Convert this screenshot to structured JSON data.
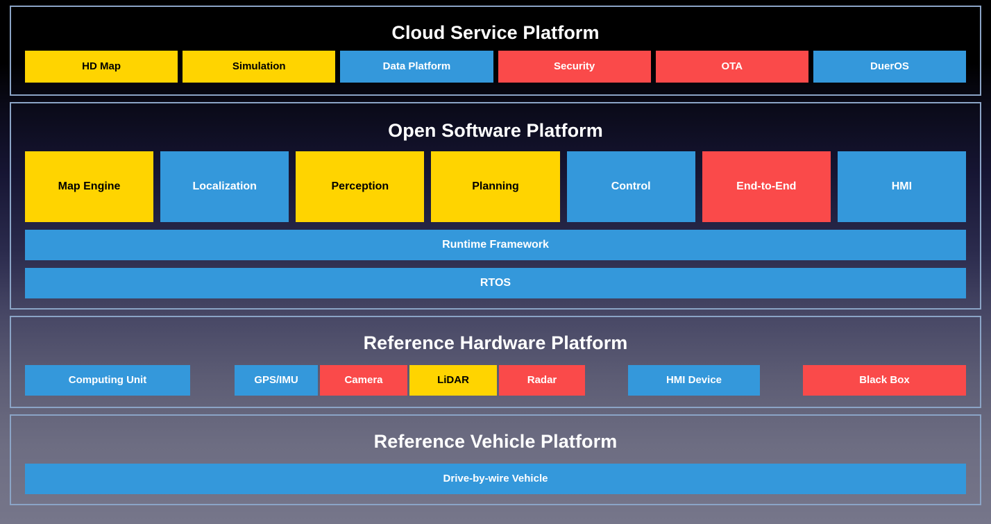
{
  "colors": {
    "yellow": "#ffd400",
    "blue": "#3498db",
    "red": "#fa4a4a",
    "panel_border": "#8ba4c6",
    "title_text": "#ffffff"
  },
  "layers": {
    "cloud": {
      "title": "Cloud Service Platform",
      "boxes": [
        {
          "label": "HD Map",
          "color": "yellow"
        },
        {
          "label": "Simulation",
          "color": "yellow"
        },
        {
          "label": "Data Platform",
          "color": "blue"
        },
        {
          "label": "Security",
          "color": "red"
        },
        {
          "label": "OTA",
          "color": "red"
        },
        {
          "label": "DuerOS",
          "color": "blue"
        }
      ]
    },
    "software": {
      "title": "Open Software Platform",
      "modules": [
        {
          "label": "Map Engine",
          "color": "yellow"
        },
        {
          "label": "Localization",
          "color": "blue"
        },
        {
          "label": "Perception",
          "color": "yellow"
        },
        {
          "label": "Planning",
          "color": "yellow"
        },
        {
          "label": "Control",
          "color": "blue"
        },
        {
          "label": "End-to-End",
          "color": "red"
        },
        {
          "label": "HMI",
          "color": "blue"
        }
      ],
      "bars": [
        {
          "label": "Runtime Framework",
          "color": "blue"
        },
        {
          "label": "RTOS",
          "color": "blue"
        }
      ]
    },
    "hardware": {
      "title": "Reference Hardware Platform",
      "compute": {
        "label": "Computing Unit",
        "color": "blue"
      },
      "sensors": [
        {
          "label": "GPS/IMU",
          "color": "blue"
        },
        {
          "label": "Camera",
          "color": "red"
        },
        {
          "label": "LiDAR",
          "color": "yellow"
        },
        {
          "label": "Radar",
          "color": "red"
        }
      ],
      "hmi_device": {
        "label": "HMI Device",
        "color": "blue"
      },
      "black_box": {
        "label": "Black Box",
        "color": "red"
      }
    },
    "vehicle": {
      "title": "Reference Vehicle Platform",
      "bar": {
        "label": "Drive-by-wire Vehicle",
        "color": "blue"
      }
    }
  }
}
